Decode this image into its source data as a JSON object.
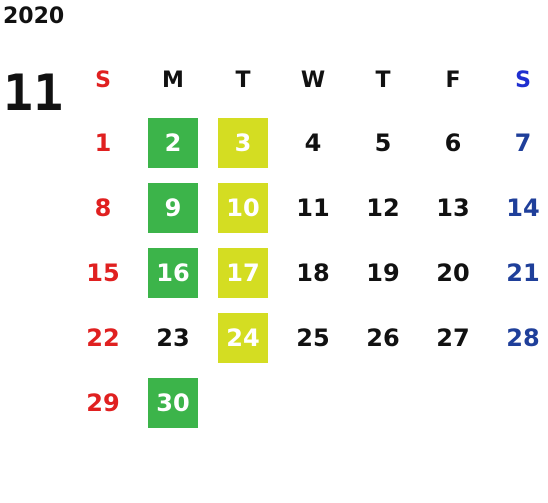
{
  "year": "2020",
  "month": "11",
  "weekday_headers": [
    "S",
    "M",
    "T",
    "W",
    "T",
    "F",
    "S"
  ],
  "weeks": [
    [
      "1",
      "2",
      "3",
      "4",
      "5",
      "6",
      "7"
    ],
    [
      "8",
      "9",
      "10",
      "11",
      "12",
      "13",
      "14"
    ],
    [
      "15",
      "16",
      "17",
      "18",
      "19",
      "20",
      "21"
    ],
    [
      "22",
      "23",
      "24",
      "25",
      "26",
      "27",
      "28"
    ],
    [
      "29",
      "30",
      "",
      "",
      "",
      "",
      ""
    ]
  ],
  "highlighted_green": [
    "2",
    "9",
    "16",
    "30"
  ],
  "highlighted_yellow": [
    "3",
    "10",
    "17",
    "24"
  ],
  "colors": {
    "sunday": "#e02020",
    "saturday": "#1f3f9a",
    "saturday_header": "#1f2fd0",
    "green_highlight": "#3cb44a",
    "yellow_highlight": "#d4dd22"
  }
}
